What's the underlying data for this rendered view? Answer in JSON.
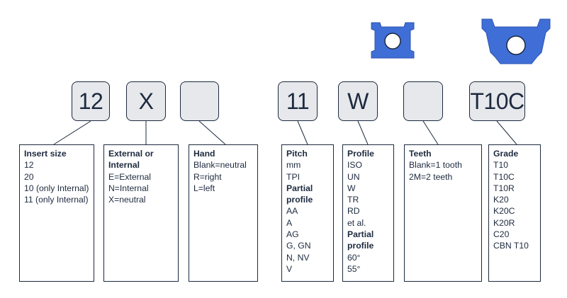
{
  "colors": {
    "ink": "#1d2a3e",
    "code_box_fill": "#e6e8ec",
    "insert_blue": "#3f6ed6"
  },
  "icons": {
    "small_insert": "grooving-insert-small-icon",
    "large_insert": "grooving-insert-large-icon"
  },
  "codes": [
    "12",
    "X",
    "",
    "11",
    "W",
    "",
    "T10C"
  ],
  "groups": [
    {
      "heading": "Insert size",
      "lines": [
        "12",
        "20",
        "10  (only Internal)",
        "11   (only Internal)"
      ]
    },
    {
      "heading": "External or Internal",
      "lines": [
        "E=External",
        "N=Internal",
        "X=neutral"
      ]
    },
    {
      "heading": "Hand",
      "lines": [
        "Blank=neutral",
        "R=right",
        "L=left"
      ]
    },
    {
      "heading": "Pitch",
      "lines": [
        "mm",
        "TPI"
      ],
      "subheading": "Partial profile",
      "sublines": [
        "AA",
        "A",
        "AG",
        "G, GN",
        "N, NV",
        "V"
      ]
    },
    {
      "heading": "Profile",
      "lines": [
        "ISO",
        "UN",
        "W",
        "TR",
        "RD",
        "et al."
      ],
      "subheading": "Partial profile",
      "sublines": [
        "60°",
        "55°"
      ]
    },
    {
      "heading": "Teeth",
      "lines": [
        "Blank=1 tooth",
        "2M=2 teeth"
      ]
    },
    {
      "heading": "Grade",
      "lines": [
        "T10",
        "T10C",
        "T10R",
        "K20",
        "K20C",
        "K20R",
        "C20",
        "CBN T10"
      ]
    }
  ]
}
